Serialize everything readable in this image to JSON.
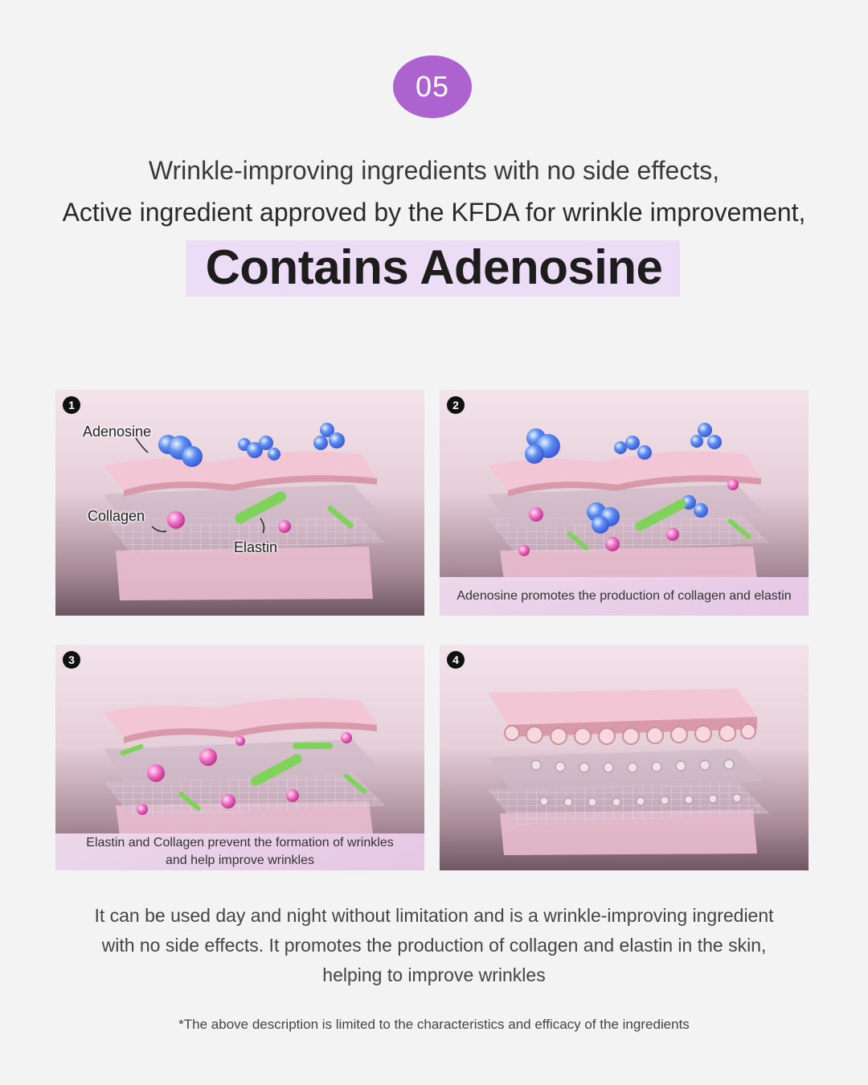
{
  "badge": "05",
  "headline": {
    "line1": "Wrinkle-improving ingredients with no side effects,",
    "line2": "Active ingredient approved by the KFDA for wrinkle improvement,",
    "title": "Contains Adenosine"
  },
  "panels": [
    {
      "number": "1",
      "labels": {
        "adenosine": "Adenosine",
        "collagen": "Collagen",
        "elastin": "Elastin"
      },
      "caption": ""
    },
    {
      "number": "2",
      "caption": "Adenosine promotes the production of collagen and elastin"
    },
    {
      "number": "3",
      "caption_line1": "Elastin and Collagen prevent the formation of wrinkles",
      "caption_line2": "and  help improve wrinkles"
    },
    {
      "number": "4",
      "caption": ""
    }
  ],
  "description": {
    "line1": "It can be used day and night without limitation and is a wrinkle-improving ingredient",
    "line2": "with no side effects. It promotes the production of collagen and elastin in the skin,",
    "line3": "helping to improve wrinkles"
  },
  "footnote": "*The above description is limited to the characteristics and efficacy of the ingredients",
  "colors": {
    "badge": "#ac62cf",
    "highlight": "#ecdcf6",
    "background": "#f4f3f3"
  }
}
